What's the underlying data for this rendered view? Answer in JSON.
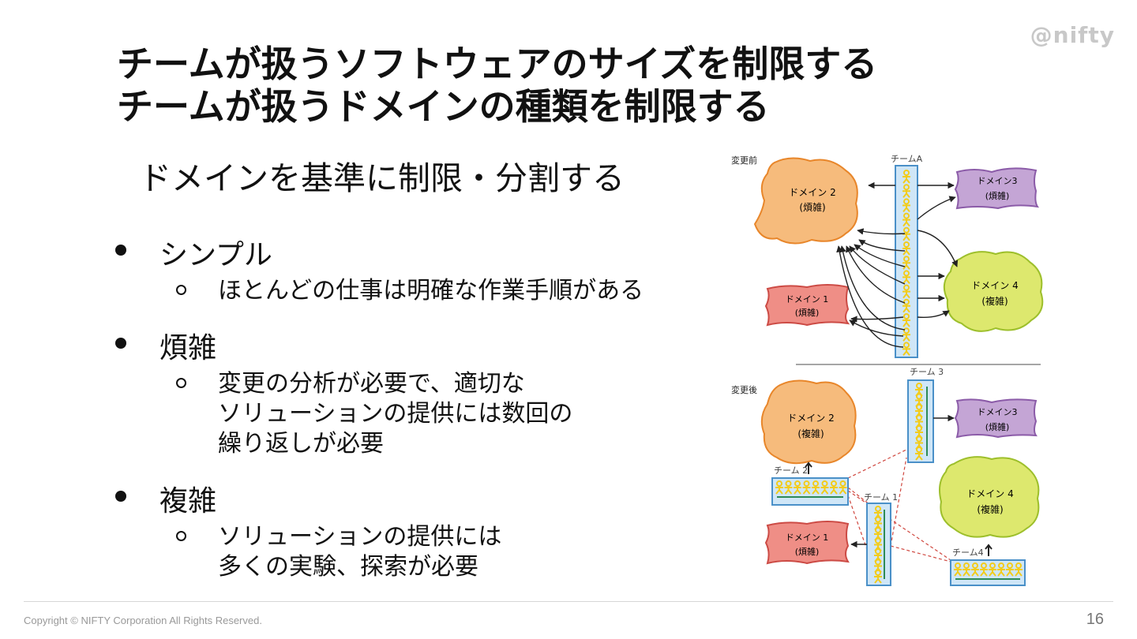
{
  "logo": "@nifty",
  "title": {
    "line1": "チームが扱うソフトウェアのサイズを制限する",
    "line2": "チームが扱うドメインの種類を制限する"
  },
  "subtitle": "ドメインを基準に制限・分割する",
  "bullets": [
    {
      "label": "シンプル",
      "sub": [
        "ほとんどの仕事は明確な作業手順がある"
      ]
    },
    {
      "label": "煩雑",
      "sub": [
        "変更の分析が必要で、適切な",
        "ソリューションの提供には数回の",
        "繰り返しが必要"
      ]
    },
    {
      "label": "複雑",
      "sub": [
        "ソリューションの提供には",
        "多くの実験、探索が必要"
      ]
    }
  ],
  "diagram": {
    "before_label": "変更前",
    "after_label": "変更後",
    "team_a": "チームA",
    "team_1": "チーム 1",
    "team_2": "チーム 2",
    "team_3": "チーム 3",
    "team_4": "チーム4",
    "before": {
      "d2_name": "ドメイン 2",
      "d2_kind": "(煩雑)",
      "d3_name": "ドメイン3",
      "d3_kind": "(煩雑)",
      "d4_name": "ドメイン 4",
      "d4_kind": "(複雑)",
      "d1_name": "ドメイン 1",
      "d1_kind": "(煩雑)"
    },
    "after": {
      "d2_name": "ドメイン 2",
      "d2_kind": "(複雑)",
      "d3_name": "ドメイン3",
      "d3_kind": "(煩雑)",
      "d4_name": "ドメイン 4",
      "d4_kind": "(複雑)",
      "d1_name": "ドメイン 1",
      "d1_kind": "(煩雑)"
    },
    "colors": {
      "orange": "#f6bb7c",
      "orange_stroke": "#e8862a",
      "purple": "#c4a5d5",
      "purple_stroke": "#8b5ba8",
      "green": "#dde86e",
      "green_stroke": "#9dbf2b",
      "red": "#ef8e86",
      "red_stroke": "#cc4b45",
      "team_box": "#cfe6f7",
      "team_stroke": "#4a90c8",
      "person": "#f2cc1b",
      "dashed": "#d0473f"
    }
  },
  "footer": {
    "copyright": "Copyright © NIFTY Corporation All Rights Reserved.",
    "page": "16"
  }
}
